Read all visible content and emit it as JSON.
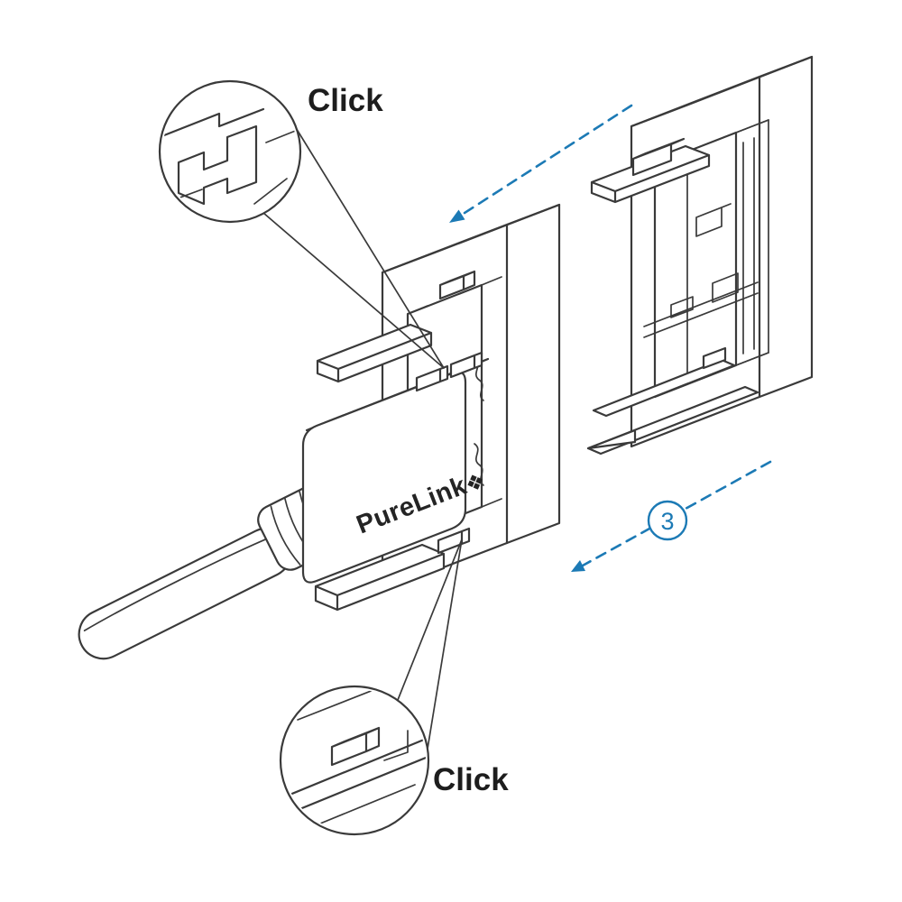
{
  "diagram": {
    "step_badge": {
      "number": "3"
    },
    "callouts": {
      "top": {
        "label": "Click"
      },
      "bottom": {
        "label": "Click"
      }
    },
    "connector": {
      "brand": "PureLink",
      "logo_glyph": "❖"
    },
    "colors": {
      "line": "#3a3a3a",
      "accent": "#1c7ab5",
      "label_text": "#1d1d1d",
      "background": "#ffffff"
    }
  }
}
